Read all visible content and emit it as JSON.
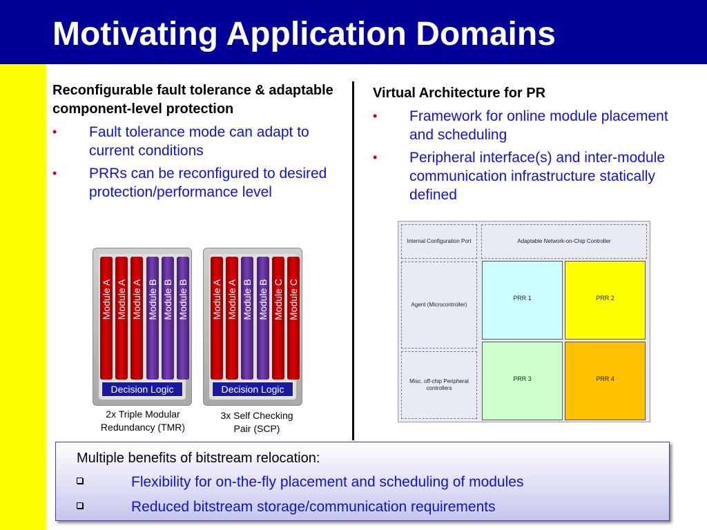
{
  "title": "Motivating Application Domains",
  "left": {
    "heading": "Reconfigurable fault tolerance & adaptable component-level protection",
    "bullets": [
      "Fault tolerance mode can adapt to current conditions",
      "PRRs can be reconfigured to desired protection/performance level"
    ],
    "bullet_symbol": "•"
  },
  "right": {
    "heading": "Virtual Architecture for PR",
    "bullets": [
      "Framework for online module placement and scheduling",
      "Peripheral interface(s) and inter-module communication infrastructure statically defined"
    ],
    "bullet_symbol": "•"
  },
  "tmr": {
    "modules": [
      "Module A",
      "Module A",
      "Module A",
      "Module B",
      "Module B",
      "Module B"
    ],
    "colors": [
      "red",
      "red",
      "red",
      "purple",
      "purple",
      "purple"
    ],
    "decision": "Decision Logic",
    "caption_line1": "2x Triple Modular",
    "caption_line2": "Redundancy (TMR)"
  },
  "scp": {
    "modules": [
      "Module A",
      "Module A",
      "Module B",
      "Module B",
      "Module C",
      "Module C"
    ],
    "colors": [
      "red",
      "red",
      "purple",
      "purple",
      "red",
      "red"
    ],
    "decision": "Decision Logic",
    "caption_line1": "3x Self Checking",
    "caption_line2": "Pair (SCP)"
  },
  "arch": {
    "icp": "Internal Configuration Port",
    "noc": "Adaptable Network-on-Chip Controller",
    "agent": "Agent (Microcontroller)",
    "misc": "Misc. off-chip Peripheral controllers",
    "prr1": "PRR 1",
    "prr2": "PRR 2",
    "prr3": "PRR 3",
    "prr4": "PRR 4",
    "colors": {
      "prr1": "#ccffff",
      "prr2": "#ffff00",
      "prr3": "#ccffcc",
      "prr4": "#ffc000"
    }
  },
  "benefits": {
    "heading": "Multiple benefits of bitstream relocation:",
    "items": [
      "Flexibility for on-the-fly placement and scheduling of modules",
      "Reduced bitstream storage/communication requirements"
    ]
  },
  "colors": {
    "header": "#000099",
    "sidebar": "#ffff00",
    "bullet_text": "#1010d8",
    "bullet_dot": "#cc0000"
  }
}
